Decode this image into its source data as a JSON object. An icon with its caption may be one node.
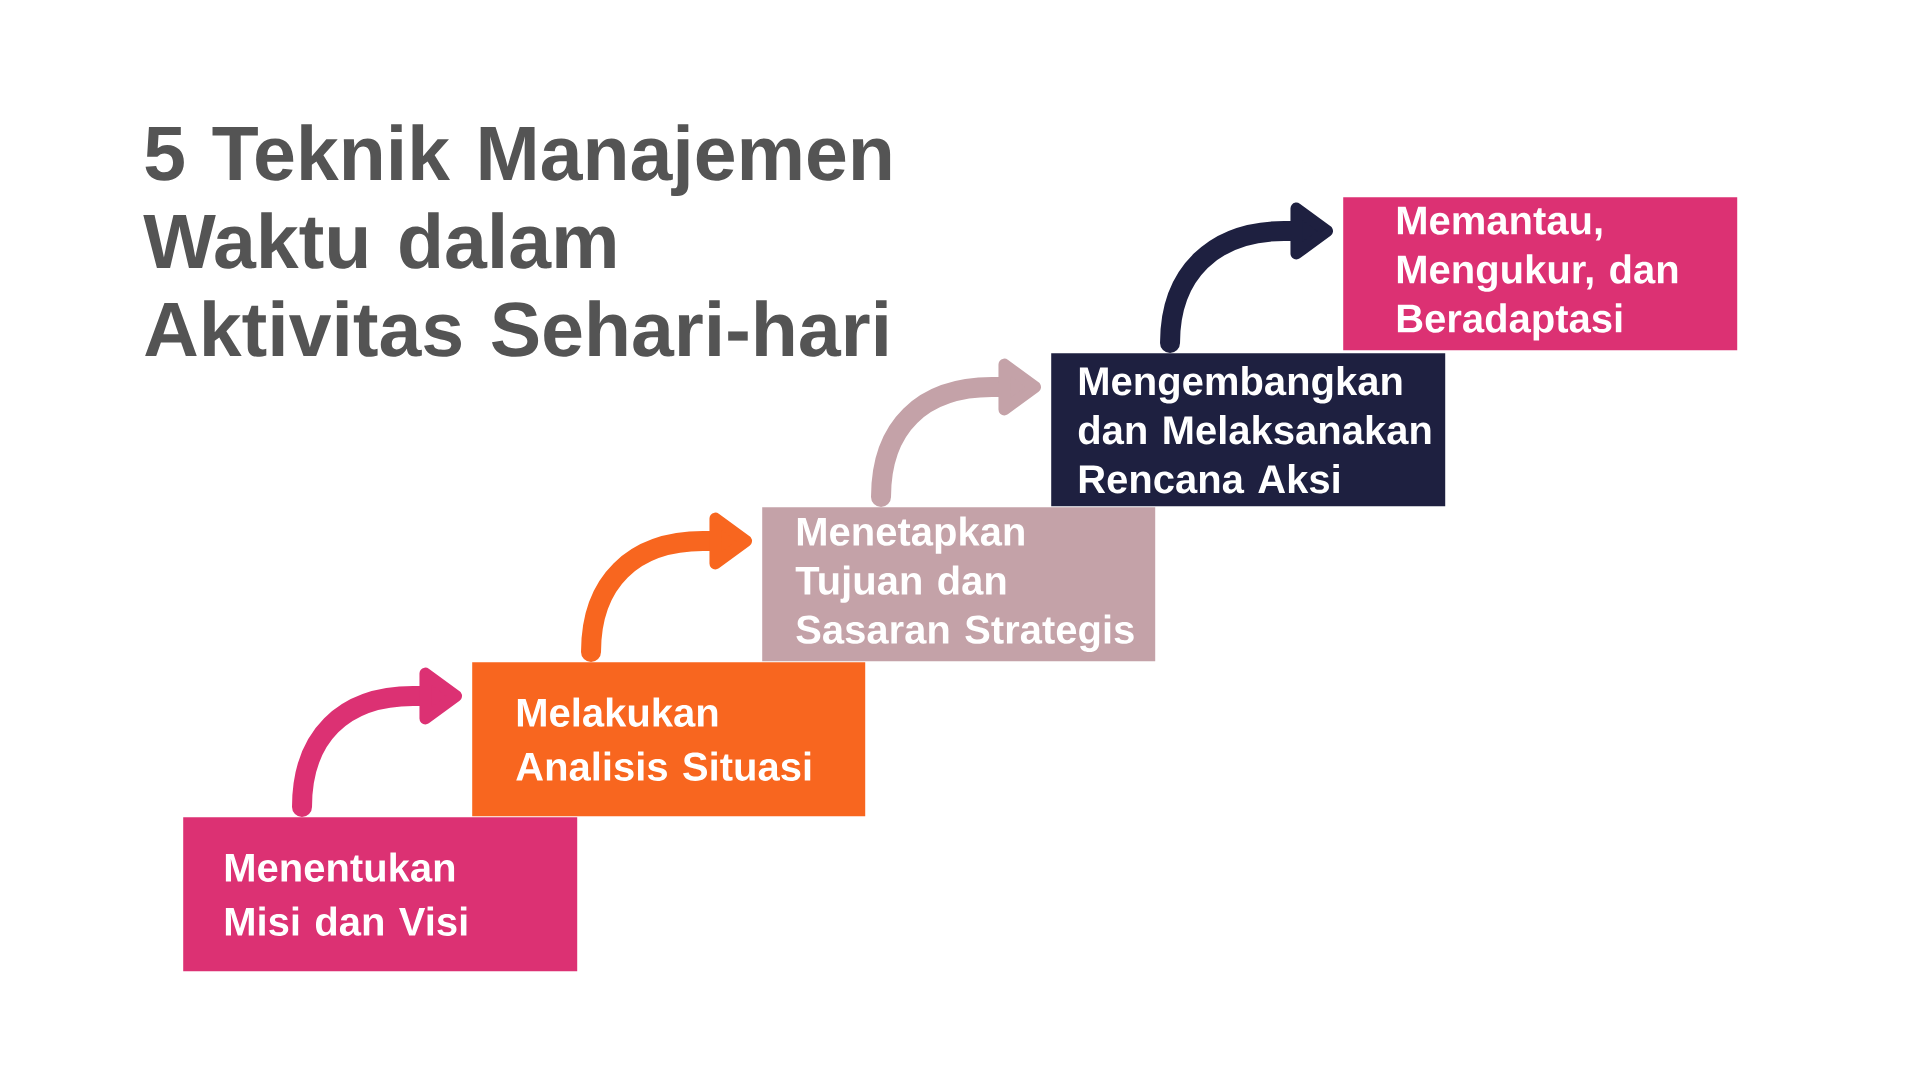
{
  "diagram": {
    "title": "5 Teknik Manajemen Waktu dalam Aktivitas Sehari-hari",
    "nodes": [
      {
        "text": [
          "Menentukan Misi dan Visi"
        ]
      },
      {
        "text": [
          "Melakukan Analisis Situasi"
        ]
      },
      {
        "text": [
          "Menetapkan Tujuan dan Sasaran Strategis"
        ]
      },
      {
        "text": [
          "Mengembangkan dan Melaksanakan Rencana Aksi"
        ]
      },
      {
        "text": [
          "Memantau, Mengukur, dan Beradaptasi"
        ]
      }
    ],
    "edges": [
      {
        "from": 0,
        "to": 1,
        "arrow": "to",
        "color": "#dc3173"
      },
      {
        "from": 1,
        "to": 2,
        "arrow": "to",
        "color": "#f8661f"
      },
      {
        "from": 2,
        "to": 3,
        "arrow": "to",
        "color": "#c4a2a8"
      },
      {
        "from": 3,
        "to": 4,
        "arrow": "to",
        "color": "#1e2040"
      }
    ]
  }
}
